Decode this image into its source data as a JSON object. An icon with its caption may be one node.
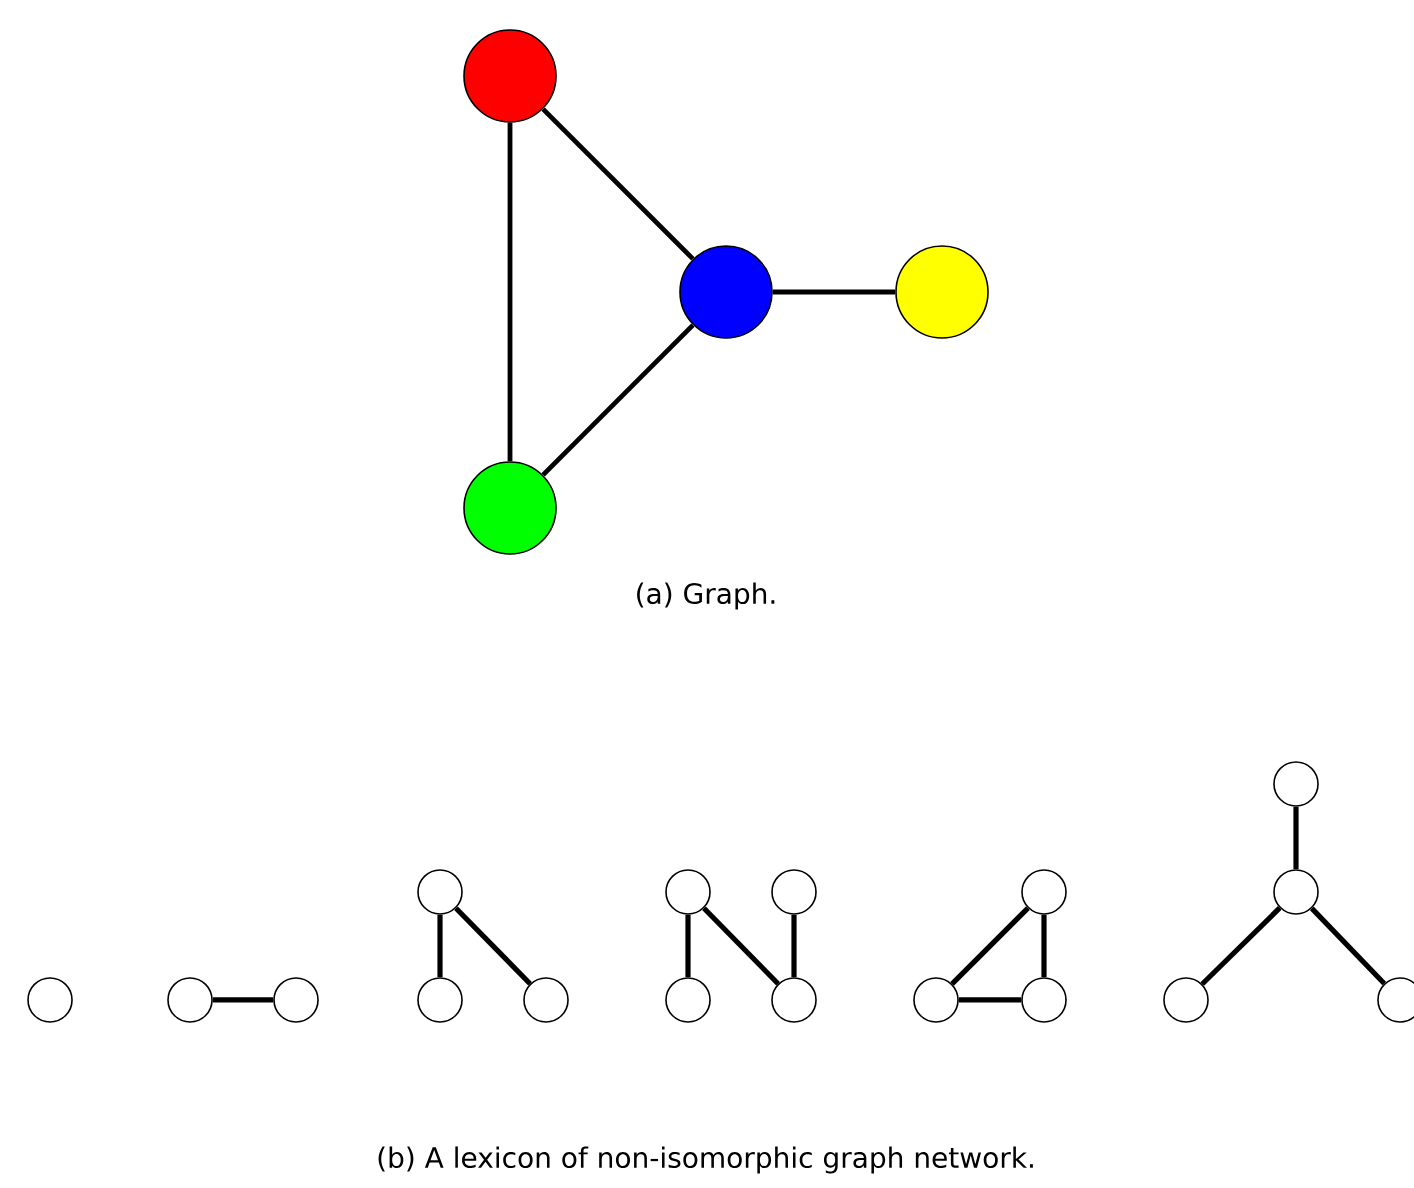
{
  "diagram": {
    "nodes": [
      {
        "text": [],
        "shape": "circle"
      },
      {
        "text": [],
        "shape": "circle"
      },
      {
        "text": [],
        "shape": "circle"
      },
      {
        "text": [],
        "shape": "circle"
      },
      {
        "text": [],
        "shape": "circle"
      },
      {
        "text": [],
        "shape": "circle"
      },
      {
        "text": [],
        "shape": "circle"
      },
      {
        "text": [],
        "shape": "circle"
      },
      {
        "text": [],
        "shape": "circle"
      },
      {
        "text": [],
        "shape": "circle"
      },
      {
        "text": [],
        "shape": "circle"
      },
      {
        "text": [],
        "shape": "circle"
      },
      {
        "text": [],
        "shape": "circle"
      },
      {
        "text": [],
        "shape": "circle"
      },
      {
        "text": [],
        "shape": "circle"
      },
      {
        "text": [],
        "shape": "circle"
      },
      {
        "text": [],
        "shape": "circle"
      },
      {
        "text": [],
        "shape": "circle"
      },
      {
        "text": [],
        "shape": "circle"
      },
      {
        "text": [],
        "shape": "circle"
      },
      {
        "text": [],
        "shape": "circle"
      }
    ],
    "edges": [
      {
        "from": 0,
        "to": 1,
        "arrow": "none"
      },
      {
        "from": 0,
        "to": 3,
        "arrow": "none"
      },
      {
        "from": 1,
        "to": 2,
        "arrow": "none"
      },
      {
        "from": 1,
        "to": 3,
        "arrow": "none"
      },
      {
        "from": 5,
        "to": 6,
        "arrow": "none"
      },
      {
        "from": 7,
        "to": 8,
        "arrow": "none"
      },
      {
        "from": 7,
        "to": 9,
        "arrow": "none"
      },
      {
        "from": 10,
        "to": 12,
        "arrow": "none"
      },
      {
        "from": 10,
        "to": 13,
        "arrow": "none"
      },
      {
        "from": 11,
        "to": 13,
        "arrow": "none"
      },
      {
        "from": 14,
        "to": 15,
        "arrow": "none"
      },
      {
        "from": 14,
        "to": 16,
        "arrow": "none"
      },
      {
        "from": 15,
        "to": 16,
        "arrow": "none"
      },
      {
        "from": 17,
        "to": 18,
        "arrow": "none"
      },
      {
        "from": 18,
        "to": 19,
        "arrow": "none"
      },
      {
        "from": 18,
        "to": 20,
        "arrow": "none"
      }
    ],
    "labels": [
      "(a) Graph.",
      "(b) A lexicon of non-isomorphic graph network."
    ]
  }
}
